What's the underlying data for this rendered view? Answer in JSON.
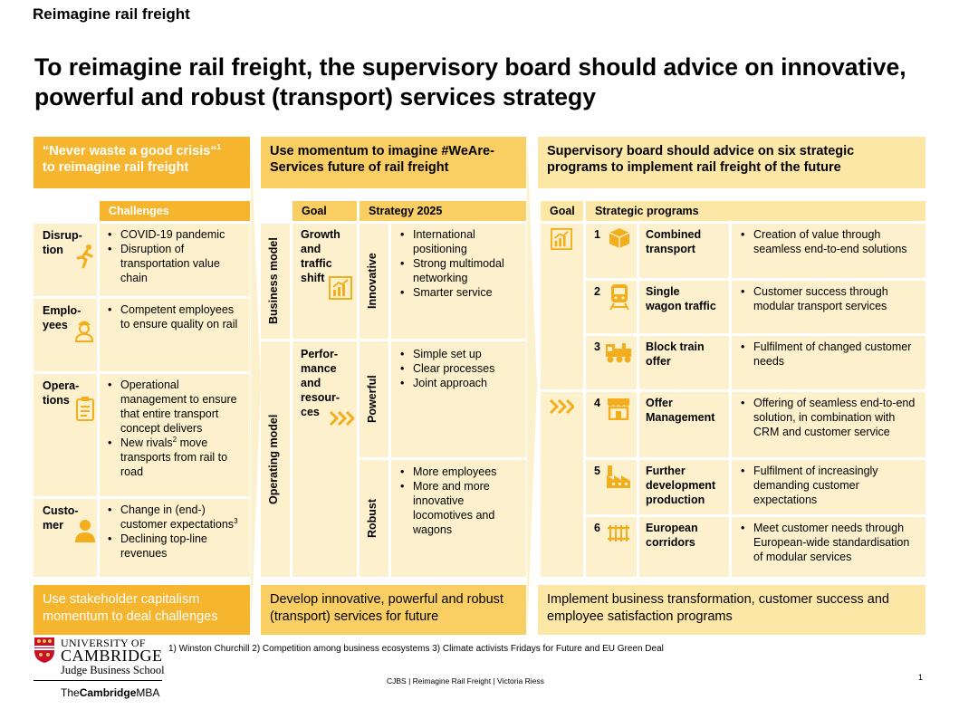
{
  "topline": "Reimagine rail freight",
  "headline": "To reimagine rail freight, the supervisory board should advice on innovative, powerful and robust (transport) services strategy",
  "col1": {
    "header_line1": "“Never waste a good crisis“",
    "header_sup": "1",
    "header_line2": "to reimagine rail freight",
    "sub": "Challenges",
    "rows": [
      {
        "label": "Disrup-\ntion",
        "icon": "runner-icon"
      },
      {
        "label": "Emplo-\nyees",
        "icon": "worker-icon"
      },
      {
        "label": "Opera-\ntions",
        "icon": "clipboard-icon"
      },
      {
        "label": "Custo-\nmer",
        "icon": "person-icon"
      }
    ],
    "r1": [
      "COVID-19 pandemic",
      "Disruption of transportation value chain"
    ],
    "r2": [
      "Competent employees to ensure quality on rail"
    ],
    "r3_a": "Operational management to ensure that entire transport concept delivers",
    "r3_b1": "New rivals",
    "r3_b_sup": "2",
    "r3_b2": " move transports from rail to road",
    "r4_a1": "Change in (end-) customer expectations",
    "r4_a_sup": "3",
    "r4_b": "Declining top-line revenues",
    "footer": "Use stakeholder capitalism momentum to deal challenges"
  },
  "col2": {
    "header": "Use momentum to imagine #WeAre-Services future of rail freight",
    "sub_goal": "Goal",
    "sub_strategy": "Strategy 2025",
    "vert_business": "Business model",
    "vert_operating": "Operating model",
    "goal1": "Growth\nand\ntraffic\nshift",
    "goal2": "Perfor-\nmance\nand\nresour-\nces",
    "vert_innovative": "Innovative",
    "vert_powerful": "Powerful",
    "vert_robust": "Robust",
    "innovative": [
      "International positioning",
      "Strong multimodal networking",
      "Smarter service"
    ],
    "powerful": [
      "Simple set up",
      "Clear processes",
      "Joint approach"
    ],
    "robust": [
      "More employees",
      "More and more innovative locomotives and wagons"
    ],
    "footer": "Develop innovative, powerful and robust (transport) services for future"
  },
  "col3": {
    "header": "Supervisory board should advice on six strategic programs to implement rail freight of the future",
    "sub_goal": "Goal",
    "sub_programs": "Strategic programs",
    "programs": [
      {
        "num": "1",
        "name": "Combined\ntransport",
        "desc": "Creation of value through seamless end-to-end solutions",
        "icon": "box-icon"
      },
      {
        "num": "2",
        "name": "Single\nwagon traffic",
        "desc": "Customer success through modular transport services",
        "icon": "train-icon"
      },
      {
        "num": "3",
        "name": "Block train\noffer",
        "desc": "Fulfilment of changed customer needs",
        "icon": "locomotive-icon"
      },
      {
        "num": "4",
        "name": "Offer\nManagement",
        "desc": "Offering of seamless end-to-end solution, in combination with CRM and customer service",
        "icon": "shop-icon"
      },
      {
        "num": "5",
        "name": "Further\ndevelopment\nproduction",
        "desc": "Fulfilment of increasingly demanding customer expectations",
        "icon": "factory-icon"
      },
      {
        "num": "6",
        "name": "European\ncorridors",
        "desc": "Meet customer needs through European-wide standardisation of modular services",
        "icon": "rails-icon"
      }
    ],
    "footer": "Implement business transformation, customer success and employee satisfaction programs"
  },
  "footnote": "1) Winston Churchill 2) Competition among business ecosystems 3) Climate activists Fridays for Future and EU Green Deal",
  "source": "CJBS | Reimagine Rail Freight | Victoria Riess",
  "page_number": "1",
  "logo": {
    "univ_line1": "UNIVERSITY OF",
    "univ_line2": "CAMBRIDGE",
    "jbs": "Judge Business School",
    "mba_the": "The",
    "mba_cambridge": "Cambridge",
    "mba_mba": "MBA"
  },
  "colors": {
    "dark": "#F5B52E",
    "mid": "#F9CE62",
    "light": "#FCE7A6",
    "pale": "#FDF0CC",
    "icon": "#F2AE1C"
  }
}
